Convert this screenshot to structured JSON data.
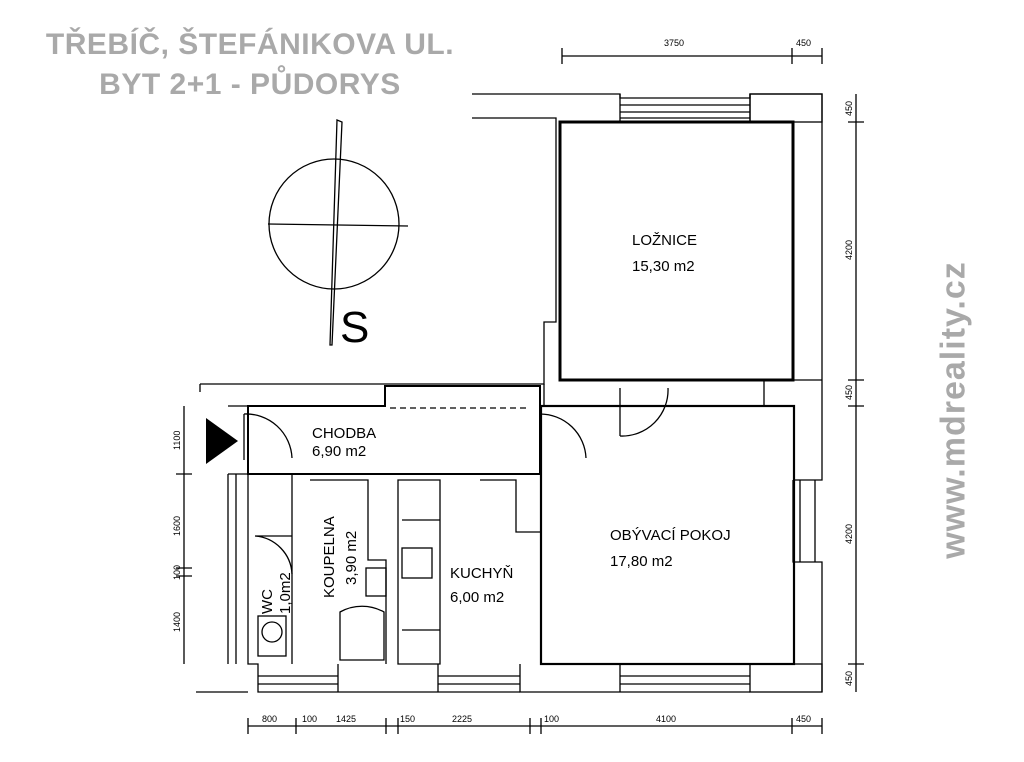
{
  "title": {
    "line1": "TŘEBÍČ, ŠTEFÁNIKOVA UL.",
    "line2": "BYT 2+1 - PŮDORYS"
  },
  "watermark": "www.mdreality.cz",
  "compass": {
    "label": "S"
  },
  "rooms": {
    "loznice": {
      "name": "LOŽNICE",
      "area": "15,30  m2"
    },
    "chodba": {
      "name": "CHODBA",
      "area": "6,90  m2"
    },
    "obyvaci": {
      "name": "OBÝVACÍ  POKOJ",
      "area": "17,80  m2"
    },
    "kuchyn": {
      "name": "KUCHYŇ",
      "area": "6,00  m2"
    },
    "koupelna": {
      "name": "KOUPELNA",
      "area": "3,90  m2"
    },
    "wc": {
      "name": "WC",
      "area": "1,0m2"
    }
  },
  "dimensions": {
    "top_3750": "3750",
    "top_450": "450",
    "right_450_top": "450",
    "right_4200_top": "4200",
    "right_450_mid": "450",
    "right_4200_bottom": "4200",
    "right_450_bottom": "450",
    "left_1100": "1100",
    "left_1600": "1600",
    "left_100": "100",
    "left_1400": "1400",
    "bottom_800": "800",
    "bottom_100a": "100",
    "bottom_1425": "1425",
    "bottom_150": "150",
    "bottom_2225": "2225",
    "bottom_100b": "100",
    "bottom_4100": "4100",
    "bottom_450": "450"
  },
  "colors": {
    "title_gray": "#a9a9a9",
    "wall": "#000000"
  }
}
